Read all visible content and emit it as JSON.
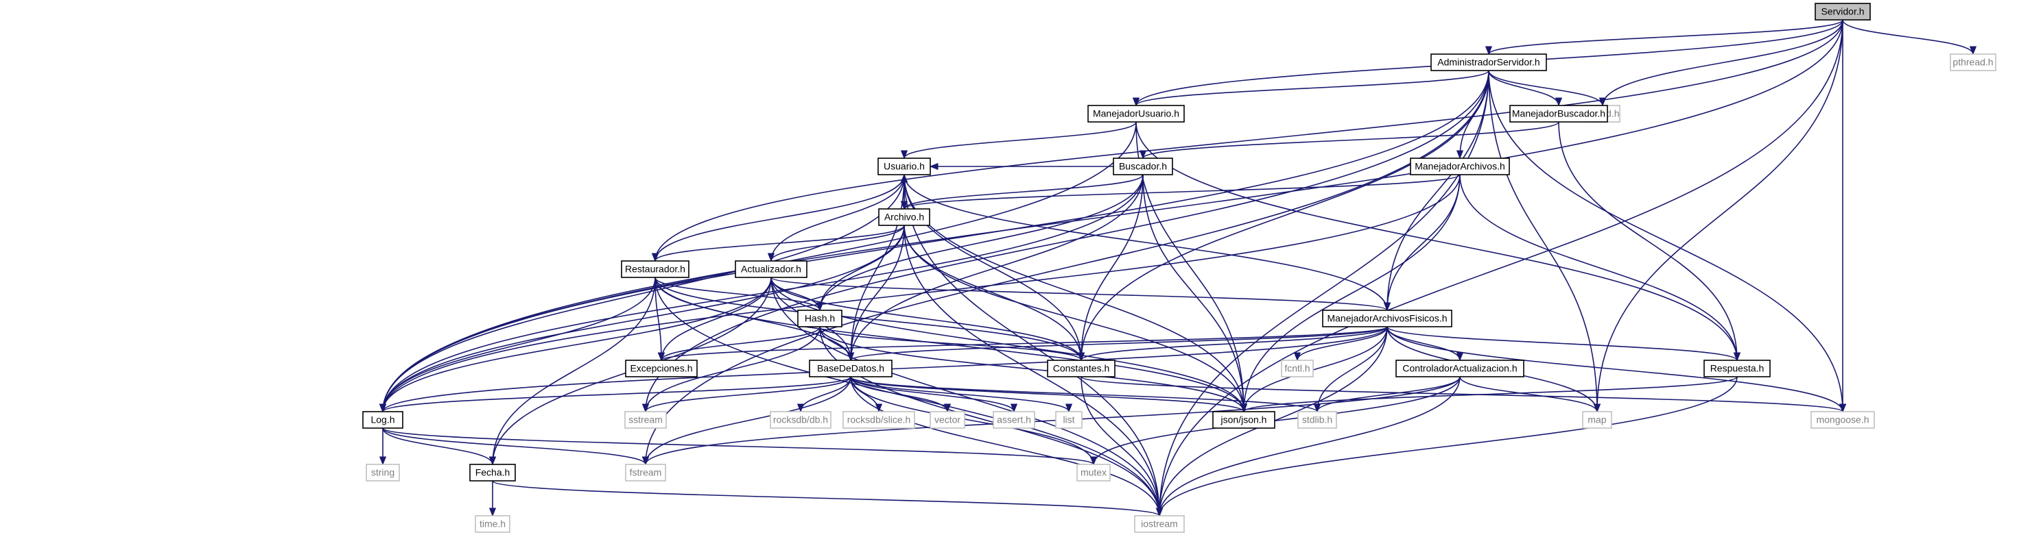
{
  "colors": {
    "background": "#ffffff",
    "root_fill": "#bfbfbf",
    "file_fill": "#ffffff",
    "file_border": "#000000",
    "system_border": "#bfbfbf",
    "edge": "#191970",
    "text": "#000000",
    "system_text": "#7f7f7f"
  },
  "nodes": [
    {
      "id": "servidor",
      "label": "Servidor.h",
      "kind": "root"
    },
    {
      "id": "admin",
      "label": "AdministradorServidor.h",
      "kind": "file"
    },
    {
      "id": "pthread",
      "label": "pthread.h",
      "kind": "system"
    },
    {
      "id": "manUsuario",
      "label": "ManejadorUsuario.h",
      "kind": "file"
    },
    {
      "id": "unistd",
      "label": "unistd.h",
      "kind": "system"
    },
    {
      "id": "manBuscador",
      "label": "ManejadorBuscador.h",
      "kind": "file"
    },
    {
      "id": "usuario",
      "label": "Usuario.h",
      "kind": "file"
    },
    {
      "id": "buscador",
      "label": "Buscador.h",
      "kind": "file"
    },
    {
      "id": "manArchivos",
      "label": "ManejadorArchivos.h",
      "kind": "file"
    },
    {
      "id": "archivo",
      "label": "Archivo.h",
      "kind": "file"
    },
    {
      "id": "restaurador",
      "label": "Restaurador.h",
      "kind": "file"
    },
    {
      "id": "actualizador",
      "label": "Actualizador.h",
      "kind": "file"
    },
    {
      "id": "manFisicos",
      "label": "ManejadorArchivosFisicos.h",
      "kind": "file"
    },
    {
      "id": "hash",
      "label": "Hash.h",
      "kind": "file"
    },
    {
      "id": "excepciones",
      "label": "Excepciones.h",
      "kind": "file"
    },
    {
      "id": "baseDatos",
      "label": "BaseDeDatos.h",
      "kind": "file"
    },
    {
      "id": "constantes",
      "label": "Constantes.h",
      "kind": "file"
    },
    {
      "id": "fcntl",
      "label": "fcntl.h",
      "kind": "system"
    },
    {
      "id": "controlador",
      "label": "ControladorActualizacion.h",
      "kind": "file"
    },
    {
      "id": "respuesta",
      "label": "Respuesta.h",
      "kind": "file"
    },
    {
      "id": "log",
      "label": "Log.h",
      "kind": "file"
    },
    {
      "id": "sstream",
      "label": "sstream",
      "kind": "system"
    },
    {
      "id": "rocksdb",
      "label": "rocksdb/db.h",
      "kind": "system"
    },
    {
      "id": "rocksslice",
      "label": "rocksdb/slice.h",
      "kind": "system"
    },
    {
      "id": "vector",
      "label": "vector",
      "kind": "system"
    },
    {
      "id": "assert",
      "label": "assert.h",
      "kind": "system"
    },
    {
      "id": "list",
      "label": "list",
      "kind": "system"
    },
    {
      "id": "json",
      "label": "json/json.h",
      "kind": "file"
    },
    {
      "id": "stdlib",
      "label": "stdlib.h",
      "kind": "system"
    },
    {
      "id": "map",
      "label": "map",
      "kind": "system"
    },
    {
      "id": "mongoose",
      "label": "mongoose.h",
      "kind": "system"
    },
    {
      "id": "string",
      "label": "string",
      "kind": "system"
    },
    {
      "id": "fecha",
      "label": "Fecha.h",
      "kind": "file"
    },
    {
      "id": "fstream",
      "label": "fstream",
      "kind": "system"
    },
    {
      "id": "mutex",
      "label": "mutex",
      "kind": "system"
    },
    {
      "id": "time",
      "label": "time.h",
      "kind": "system"
    },
    {
      "id": "iostream",
      "label": "iostream",
      "kind": "system"
    }
  ],
  "edges": [
    [
      "servidor",
      "admin"
    ],
    [
      "servidor",
      "pthread"
    ],
    [
      "servidor",
      "unistd"
    ],
    [
      "servidor",
      "manUsuario"
    ],
    [
      "servidor",
      "mongoose"
    ],
    [
      "servidor",
      "map"
    ],
    [
      "servidor",
      "iostream"
    ],
    [
      "servidor",
      "log"
    ],
    [
      "servidor",
      "restaurador"
    ],
    [
      "admin",
      "manUsuario"
    ],
    [
      "admin",
      "manBuscador"
    ],
    [
      "admin",
      "manArchivos"
    ],
    [
      "admin",
      "manFisicos"
    ],
    [
      "admin",
      "unistd"
    ],
    [
      "admin",
      "mongoose"
    ],
    [
      "admin",
      "map"
    ],
    [
      "admin",
      "log"
    ],
    [
      "admin",
      "constantes"
    ],
    [
      "admin",
      "fstream"
    ],
    [
      "admin",
      "sstream"
    ],
    [
      "admin",
      "iostream"
    ],
    [
      "manUsuario",
      "usuario"
    ],
    [
      "manUsuario",
      "respuesta"
    ],
    [
      "manUsuario",
      "json"
    ],
    [
      "manUsuario",
      "log"
    ],
    [
      "manBuscador",
      "buscador"
    ],
    [
      "manBuscador",
      "respuesta"
    ],
    [
      "usuario",
      "archivo"
    ],
    [
      "usuario",
      "baseDatos"
    ],
    [
      "usuario",
      "constantes"
    ],
    [
      "usuario",
      "json"
    ],
    [
      "usuario",
      "log"
    ],
    [
      "usuario",
      "iostream"
    ],
    [
      "buscador",
      "archivo"
    ],
    [
      "buscador",
      "usuario"
    ],
    [
      "buscador",
      "hash"
    ],
    [
      "buscador",
      "baseDatos"
    ],
    [
      "buscador",
      "constantes"
    ],
    [
      "buscador",
      "json"
    ],
    [
      "buscador",
      "log"
    ],
    [
      "manArchivos",
      "archivo"
    ],
    [
      "manArchivos",
      "manFisicos"
    ],
    [
      "manArchivos",
      "respuesta"
    ],
    [
      "manArchivos",
      "json"
    ],
    [
      "manArchivos",
      "log"
    ],
    [
      "archivo",
      "usuario"
    ],
    [
      "archivo",
      "restaurador"
    ],
    [
      "archivo",
      "actualizador"
    ],
    [
      "archivo",
      "hash"
    ],
    [
      "archivo",
      "baseDatos"
    ],
    [
      "archivo",
      "constantes"
    ],
    [
      "archivo",
      "json"
    ],
    [
      "archivo",
      "log"
    ],
    [
      "archivo",
      "iostream"
    ],
    [
      "restaurador",
      "usuario"
    ],
    [
      "restaurador",
      "hash"
    ],
    [
      "restaurador",
      "excepciones"
    ],
    [
      "restaurador",
      "baseDatos"
    ],
    [
      "restaurador",
      "constantes"
    ],
    [
      "restaurador",
      "log"
    ],
    [
      "restaurador",
      "fecha"
    ],
    [
      "restaurador",
      "json"
    ],
    [
      "restaurador",
      "iostream"
    ],
    [
      "actualizador",
      "usuario"
    ],
    [
      "actualizador",
      "hash"
    ],
    [
      "actualizador",
      "manFisicos"
    ],
    [
      "actualizador",
      "excepciones"
    ],
    [
      "actualizador",
      "baseDatos"
    ],
    [
      "actualizador",
      "constantes"
    ],
    [
      "actualizador",
      "log"
    ],
    [
      "actualizador",
      "fecha"
    ],
    [
      "actualizador",
      "json"
    ],
    [
      "actualizador",
      "iostream"
    ],
    [
      "manFisicos",
      "usuario"
    ],
    [
      "manFisicos",
      "excepciones"
    ],
    [
      "manFisicos",
      "baseDatos"
    ],
    [
      "manFisicos",
      "constantes"
    ],
    [
      "manFisicos",
      "fcntl"
    ],
    [
      "manFisicos",
      "controlador"
    ],
    [
      "manFisicos",
      "respuesta"
    ],
    [
      "manFisicos",
      "log"
    ],
    [
      "manFisicos",
      "json"
    ],
    [
      "manFisicos",
      "stdlib"
    ],
    [
      "manFisicos",
      "map"
    ],
    [
      "manFisicos",
      "mongoose"
    ],
    [
      "manFisicos",
      "iostream"
    ],
    [
      "hash",
      "excepciones"
    ],
    [
      "hash",
      "baseDatos"
    ],
    [
      "hash",
      "constantes"
    ],
    [
      "hash",
      "json"
    ],
    [
      "hash",
      "sstream"
    ],
    [
      "hash",
      "iostream"
    ],
    [
      "baseDatos",
      "log"
    ],
    [
      "baseDatos",
      "sstream"
    ],
    [
      "baseDatos",
      "rocksdb"
    ],
    [
      "baseDatos",
      "rocksslice"
    ],
    [
      "baseDatos",
      "vector"
    ],
    [
      "baseDatos",
      "assert"
    ],
    [
      "baseDatos",
      "list"
    ],
    [
      "baseDatos",
      "json"
    ],
    [
      "baseDatos",
      "stdlib"
    ],
    [
      "baseDatos",
      "fstream"
    ],
    [
      "baseDatos",
      "mutex"
    ],
    [
      "baseDatos",
      "iostream"
    ],
    [
      "constantes",
      "iostream"
    ],
    [
      "constantes",
      "mongoose"
    ],
    [
      "controlador",
      "stdlib"
    ],
    [
      "controlador",
      "map"
    ],
    [
      "controlador",
      "fstream"
    ],
    [
      "controlador",
      "mutex"
    ],
    [
      "controlador",
      "iostream"
    ],
    [
      "respuesta",
      "json"
    ],
    [
      "respuesta",
      "iostream"
    ],
    [
      "log",
      "string"
    ],
    [
      "log",
      "fecha"
    ],
    [
      "log",
      "fstream"
    ],
    [
      "log",
      "mutex"
    ],
    [
      "fecha",
      "time"
    ],
    [
      "fecha",
      "iostream"
    ]
  ]
}
